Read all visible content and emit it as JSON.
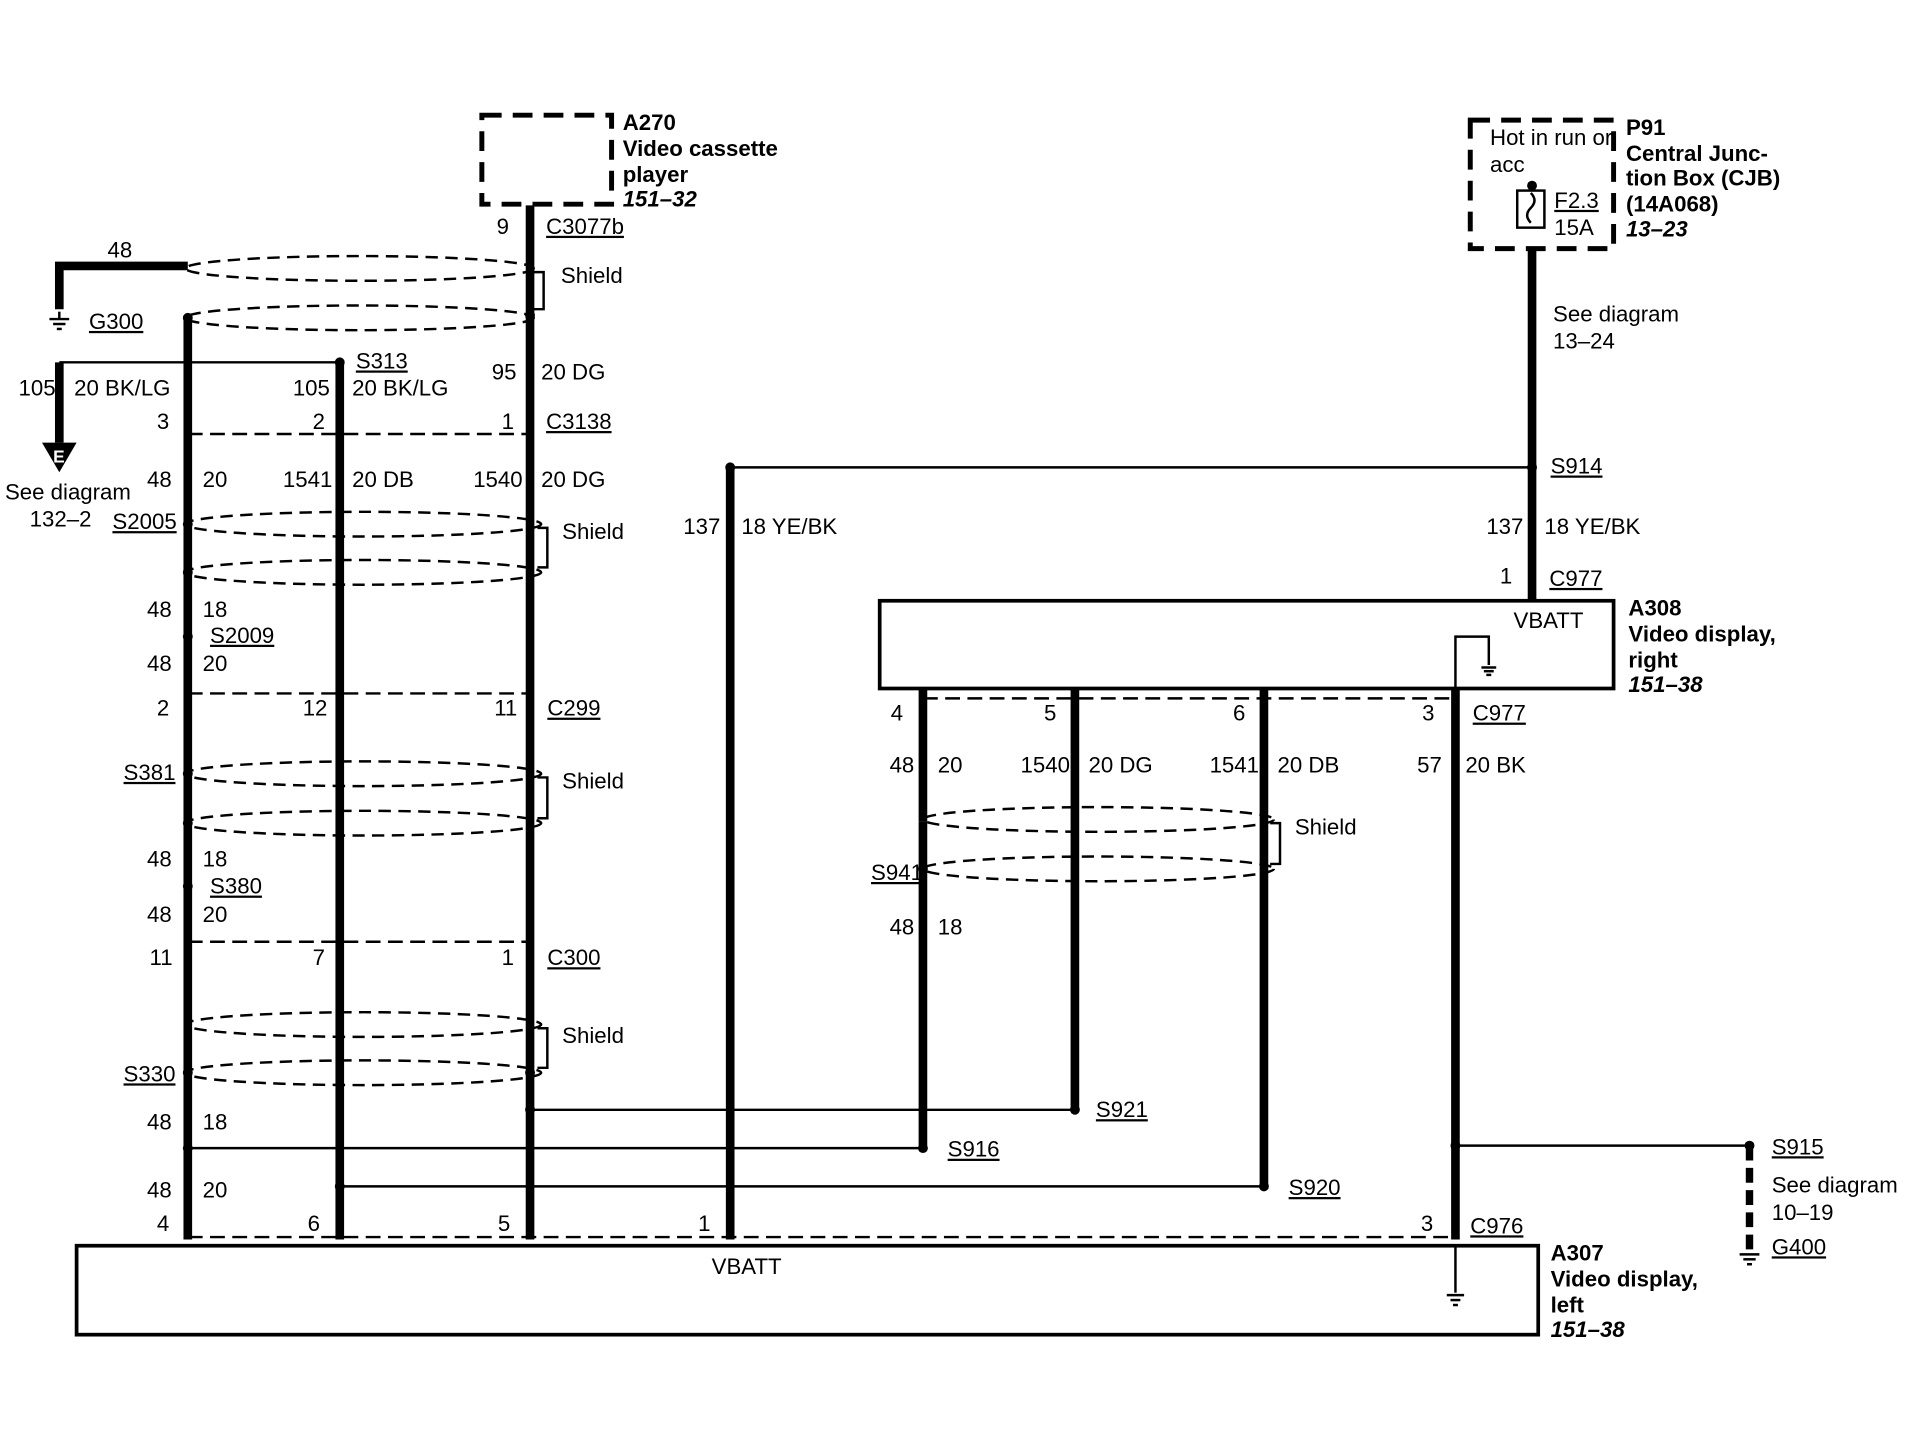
{
  "components": {
    "a270": {
      "id": "A270",
      "name_1": "Video cassette",
      "name_2": "player",
      "ref": "151–32"
    },
    "p91": {
      "id": "P91",
      "name_1": "Central Junc-",
      "name_2": "tion Box (CJB)",
      "name_3": "(14A068)",
      "ref": "13–23",
      "hot_1": "Hot in run or",
      "hot_2": "acc",
      "fuse_id": "F2.3",
      "fuse_rating": "15A"
    },
    "a308": {
      "id": "A308",
      "name_1": "Video display,",
      "name_2": "right",
      "ref": "151–38",
      "vbatt": "VBATT"
    },
    "a307": {
      "id": "A307",
      "name_1": "Video display,",
      "name_2": "left",
      "ref": "151–38",
      "vbatt": "VBATT"
    }
  },
  "connectors": {
    "c3077b": "C3077b",
    "c3138": "C3138",
    "c299": "C299",
    "c300": "C300",
    "c977_top": "C977",
    "c977_bottom": "C977",
    "c976": "C976"
  },
  "splices": {
    "s313": "S313",
    "s2005": "S2005",
    "s2009": "S2009",
    "s381": "S381",
    "s380": "S380",
    "s330": "S330",
    "s914": "S914",
    "s941": "S941",
    "s921": "S921",
    "s916": "S916",
    "s920": "S920",
    "s915": "S915"
  },
  "grounds": {
    "g300": "G300",
    "g400": "G400"
  },
  "shield_label": "Shield",
  "refs": {
    "see_132_1": "See diagram",
    "see_132_2": "132–2",
    "see_1324_1": "See diagram",
    "see_1324_2": "13–24",
    "see_1019_1": "See diagram",
    "see_1019_2": "10–19",
    "offpage": "E"
  },
  "labels": {
    "g300_circuit": "48",
    "c9": "9",
    "l105a": "105",
    "l20bklg_a": "20 BK/LG",
    "l105b": "105",
    "l20bklg_b": "20 BK/LG",
    "l95": "95",
    "l20dg_a": "20 DG",
    "p3": "3",
    "p2": "2",
    "p1a": "1",
    "l48a": "48",
    "l20a": "20",
    "l1541a": "1541",
    "l20db_a": "20 DB",
    "l1540a": "1540",
    "l20dg_b": "20 DG",
    "l48b": "48",
    "l18a": "18",
    "l48c": "48",
    "l20b": "20",
    "p2b": "2",
    "p12": "12",
    "p11": "11",
    "l48d": "48",
    "l18b": "18",
    "l48e": "48",
    "l20c": "20",
    "p11b": "11",
    "p7": "7",
    "p1b": "1",
    "l48f": "48",
    "l18c": "18",
    "l48g": "48",
    "l20d": "20",
    "p4": "4",
    "p6": "6",
    "p5": "5",
    "p1c": "1",
    "p3c": "3",
    "l137a": "137",
    "l18yebk_a": "18 YE/BK",
    "l137b": "137",
    "l18yebk_b": "18 YE/BK",
    "p1top": "1",
    "r4": "4",
    "r5": "5",
    "r6": "6",
    "r3": "3",
    "r48": "48",
    "r20": "20",
    "r1540": "1540",
    "r20dg": "20 DG",
    "r1541": "1541",
    "r20db": "20 DB",
    "r57": "57",
    "r20bk": "20 BK",
    "r48b": "48",
    "r18": "18"
  }
}
